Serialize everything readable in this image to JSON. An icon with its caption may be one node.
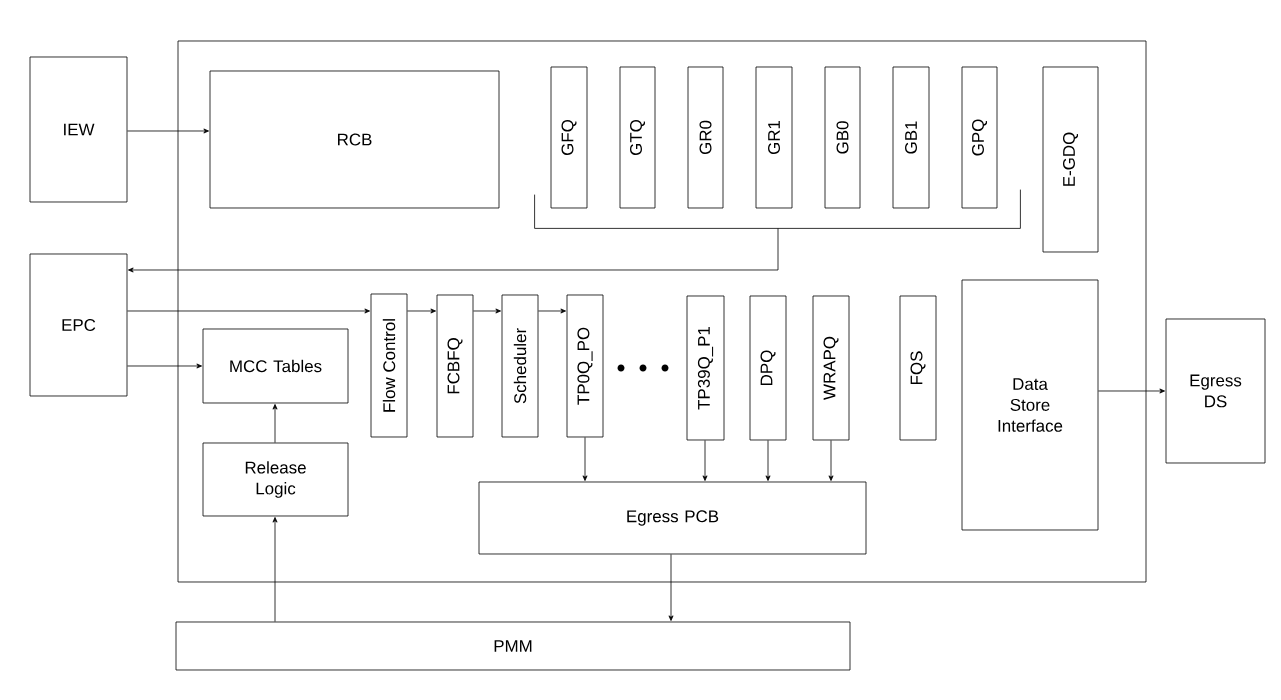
{
  "diagram": {
    "nodes": [
      {
        "text": [],
        "shape": "box"
      },
      {
        "text": [
          "IEW"
        ]
      },
      {
        "text": [
          "RCB"
        ],
        "in": 0
      },
      {
        "text": [
          "GFQ"
        ],
        "in": 0
      },
      {
        "text": [
          "GTQ"
        ],
        "in": 0
      },
      {
        "text": [
          "GR0"
        ],
        "in": 0
      },
      {
        "text": [
          "GR1"
        ],
        "in": 0
      },
      {
        "text": [
          "GB0"
        ],
        "in": 0
      },
      {
        "text": [
          "GB1"
        ],
        "in": 0
      },
      {
        "text": [
          "GPQ"
        ],
        "in": 0
      },
      {
        "text": [
          "E-GDQ"
        ],
        "in": 0
      },
      {
        "text": [
          "EPC"
        ]
      },
      {
        "text": [
          "Flow Control"
        ],
        "in": 0
      },
      {
        "text": [
          "FCBFQ"
        ],
        "in": 0
      },
      {
        "text": [
          "Scheduler"
        ],
        "in": 0
      },
      {
        "text": [
          "TP0Q_PO"
        ],
        "in": 0
      },
      {
        "text": [
          "TP39Q_P1"
        ],
        "in": 0
      },
      {
        "text": [
          "DPQ"
        ],
        "in": 0
      },
      {
        "text": [
          "WRAPQ"
        ],
        "in": 0
      },
      {
        "text": [
          "FQS"
        ],
        "in": 0
      },
      {
        "text": [
          "Data Store Interface"
        ],
        "in": 0
      },
      {
        "text": [
          "Egress DS"
        ]
      },
      {
        "text": [
          "MCC Tables"
        ],
        "in": 0
      },
      {
        "text": [
          "Release Logic"
        ],
        "in": 0
      },
      {
        "text": [
          "Egress PCB"
        ],
        "in": 0
      },
      {
        "text": [
          "PMM"
        ]
      },
      {
        "text": [],
        "shape": "bracket",
        "in": 0
      }
    ],
    "edges": [
      {
        "from": 1,
        "to": 2,
        "arrow": "to"
      },
      {
        "from": 26,
        "to": 11,
        "arrow": "to"
      },
      {
        "from": 11,
        "to": 12,
        "arrow": "to"
      },
      {
        "from": 11,
        "to": 22,
        "arrow": "to"
      },
      {
        "from": 12,
        "to": 13,
        "arrow": "to"
      },
      {
        "from": 13,
        "to": 14,
        "arrow": "to"
      },
      {
        "from": 14,
        "to": 15,
        "arrow": "to"
      },
      {
        "from": 15,
        "to": 24,
        "arrow": "to"
      },
      {
        "from": 16,
        "to": 24,
        "arrow": "to"
      },
      {
        "from": 17,
        "to": 24,
        "arrow": "to"
      },
      {
        "from": 18,
        "to": 24,
        "arrow": "to"
      },
      {
        "from": 20,
        "to": 21,
        "arrow": "to"
      },
      {
        "from": 23,
        "to": 22,
        "arrow": "to"
      },
      {
        "from": 25,
        "to": 23,
        "arrow": "to"
      },
      {
        "from": 24,
        "to": 25,
        "arrow": "to"
      }
    ]
  }
}
